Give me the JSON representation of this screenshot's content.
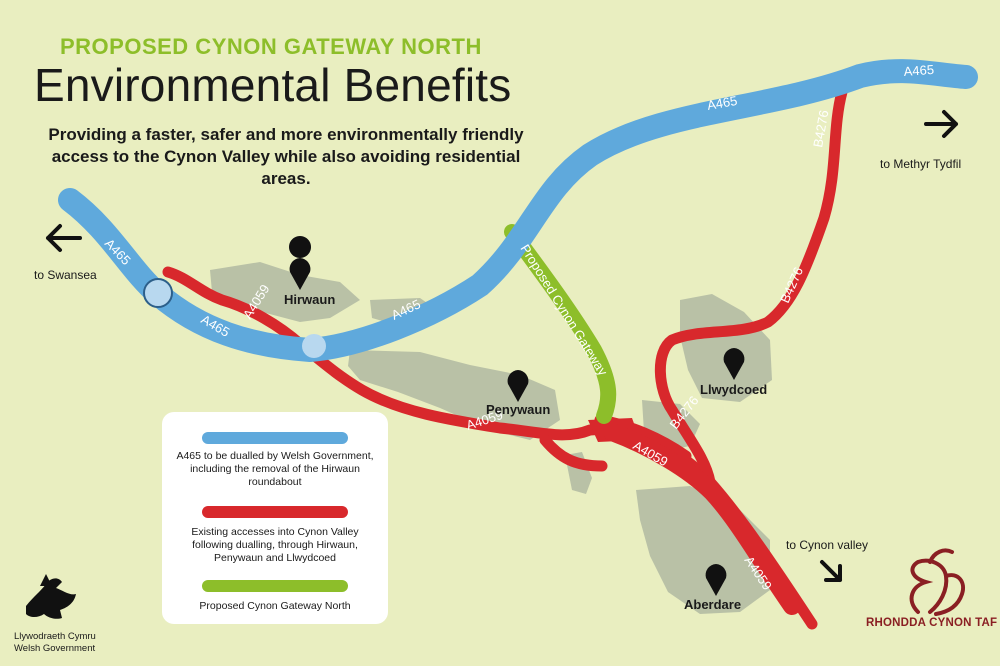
{
  "header": {
    "subtitle": "PROPOSED CYNON GATEWAY NORTH",
    "title": "Environmental Benefits",
    "description": "Providing a faster, safer and more environmentally friendly access to the Cynon Valley while also avoiding residential areas."
  },
  "colors": {
    "background": "#e9eec0",
    "a465_blue": "#5fa9dc",
    "existing_red": "#d8282c",
    "gateway_green": "#8dbe2a",
    "built_up": "#b9c1a6",
    "brand_red": "#8a1f23"
  },
  "roads": {
    "a465": "A465",
    "a4059": "A4059",
    "b4276": "B4276",
    "gateway": "Proposed Cynon Gateway"
  },
  "places": {
    "hirwaun": "Hirwaun",
    "penywaun": "Penywaun",
    "llwydcoed": "Llwydcoed",
    "aberdare": "Aberdare"
  },
  "destinations": {
    "swansea": "to Swansea",
    "merthyr": "to Methyr Tydfil",
    "cynon": "to Cynon valley"
  },
  "legend": {
    "blue_text": "A465 to be dualled by Welsh Government, including the removal of the Hirwaun roundabout",
    "red_text": "Existing accesses into Cynon Valley following dualling, through Hirwaun, Penywaun and Llwydcoed",
    "green_text": "Proposed Cynon Gateway North"
  },
  "logos": {
    "welsh_gov_line1": "Llywodraeth Cymru",
    "welsh_gov_line2": "Welsh Government",
    "rct": "RHONDDA CYNON TAF"
  }
}
